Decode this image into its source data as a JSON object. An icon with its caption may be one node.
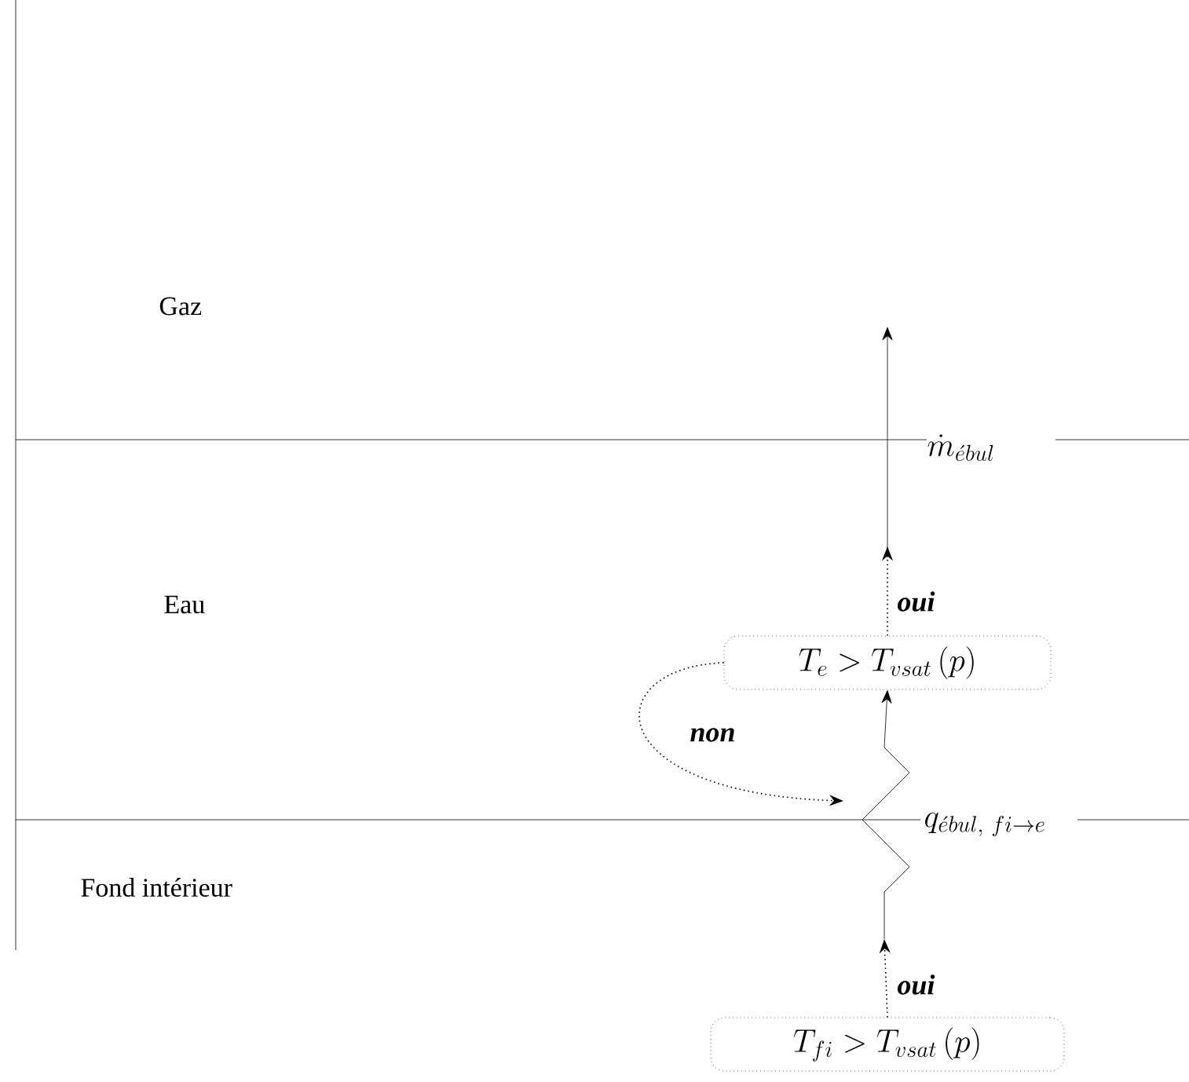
{
  "diagram": {
    "nodes": [
      {
        "text": [
          "T_{fi} > T_{vsat}\\,(p)"
        ]
      },
      {
        "text": [
          "T_e > T_{vsat}\\,(p)"
        ]
      }
    ],
    "edges": [
      {
        "from": 0,
        "to": null,
        "arrow": "to",
        "label": "oui",
        "style": "dashed"
      },
      {
        "from": null,
        "to": 1,
        "arrow": "to"
      },
      {
        "from": 1,
        "to": null,
        "arrow": "to",
        "label": "non",
        "style": "dashed"
      },
      {
        "from": 1,
        "to": null,
        "arrow": "to",
        "label": "oui",
        "style": "dashed"
      }
    ],
    "labels": [
      "Gaz",
      "Eau",
      "Fond intérieur",
      "\\dot{m}_{\\acute{e}bul}",
      "q_{\\acute{e}bul,\\ fi\\to e}"
    ]
  }
}
